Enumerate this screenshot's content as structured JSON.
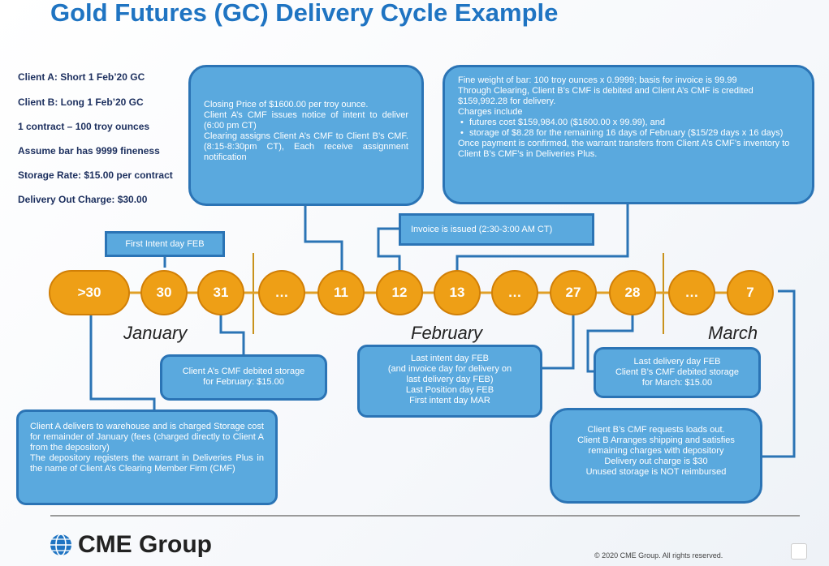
{
  "title": "Gold Futures (GC) Delivery Cycle Example",
  "specs": [
    "Client A: Short 1 Feb’20 GC",
    "Client B: Long 1 Feb’20 GC",
    "1 contract – 100 troy ounces",
    "Assume bar has 9999 fineness",
    "Storage Rate: $15.00 per contract",
    "Delivery Out Charge: $30.00"
  ],
  "timeline": {
    "nodes": [
      ">30",
      "30",
      "31",
      "…",
      "11",
      "12",
      "13",
      "…",
      "27",
      "28",
      "…",
      "7"
    ],
    "months": [
      "January",
      "February",
      "March"
    ]
  },
  "boxes": {
    "first_intent": "First Intent day FEB",
    "closing": [
      "Closing Price of $1600.00 per troy ounce.",
      "Client A’s CMF issues notice of intent to deliver (6:00 pm CT)",
      "Clearing assigns Client A’s CMF to Client B’s CMF. (8:15-8:30pm CT), Each receive assignment notification"
    ],
    "invoice": "Invoice is issued (2:30-3:00 AM CT)",
    "payment": {
      "lines": [
        "Fine weight of bar: 100 troy ounces x 0.9999; basis for invoice is 99.99",
        "Through Clearing, Client B’s CMF is debited and Client A’s CMF is credited $159,992.28 for delivery.",
        "Charges include"
      ],
      "bullets": [
        "futures cost $159,984.00 ($1600.00 x 99.99), and",
        "storage of $8.28 for the remaining 16 days of February ($15/29 days x 16 days)"
      ],
      "closing": "Once payment is confirmed, the warrant transfers from Client A’s CMF’s inventory to Client B’s CMF’s in Deliveries Plus."
    },
    "debit_storage": [
      "Client A’s CMF debited storage",
      "for February: $15.00"
    ],
    "warehouse": [
      "Client A delivers to warehouse and is charged Storage cost for remainder of January (fees (charged directly to Client A from the depository)",
      "The depository registers the warrant in Deliveries Plus in the name of Client A’s Clearing Member Firm (CMF)"
    ],
    "last_intent": [
      "Last intent day FEB",
      "(and invoice day for delivery on",
      "last delivery day FEB)",
      "Last Position day FEB",
      "First intent day MAR"
    ],
    "last_delivery": [
      "Last delivery day FEB",
      "Client B’s CMF debited storage",
      "for March: $15.00"
    ],
    "loads_out": [
      "Client B’s CMF requests loads out.",
      "Client B Arranges shipping and satisfies",
      "remaining charges with depository",
      "Delivery out charge is $30",
      "Unused storage is NOT reimbursed"
    ]
  },
  "footer": {
    "logo": "CME Group",
    "copyright": "© 2020 CME Group. All rights reserved."
  },
  "colors": {
    "title": "#1f74c2",
    "box": "#5aa9de",
    "border": "#2b74b5",
    "node": "#ee9f16"
  }
}
